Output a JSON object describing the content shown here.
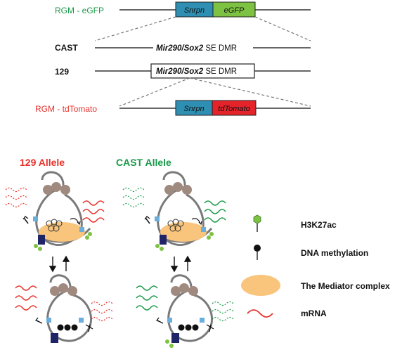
{
  "constructs": {
    "top_label": "RGM - eGFP",
    "cast_label": "CAST",
    "cast_region_italic": "Mir290/Sox2",
    "cast_region_rest": " SE DMR",
    "l129_label": "129",
    "l129_region_italic": "Mir290/Sox2",
    "l129_region_rest": " SE DMR",
    "bottom_label": "RGM - tdTomato",
    "snrpn_top": "Snrpn",
    "egfp": "eGFP",
    "snrpn_bottom": "Snrpn",
    "tdtomato": "tdTomato"
  },
  "alleles": {
    "left_title": "129 Allele",
    "right_title": "CAST Allele"
  },
  "legend": {
    "h3k27ac": "H3K27ac",
    "dna_methylation": "DNA methylation",
    "mediator": "The Mediator complex",
    "mrna": "mRNA"
  },
  "colors": {
    "green_text": "#1a9a4a",
    "red_text": "#e8312b",
    "snrpn_blue": "#2e8fb3",
    "egfp_green": "#7dc242",
    "tdtomato_red": "#e4232a",
    "mediator_orange": "#f9c57c",
    "nucleosome_brown": "#a08a7f",
    "loop_gray": "#7a7a7a",
    "promoter_blue": "#6aaedc",
    "enhancer_navy": "#1e2466"
  }
}
